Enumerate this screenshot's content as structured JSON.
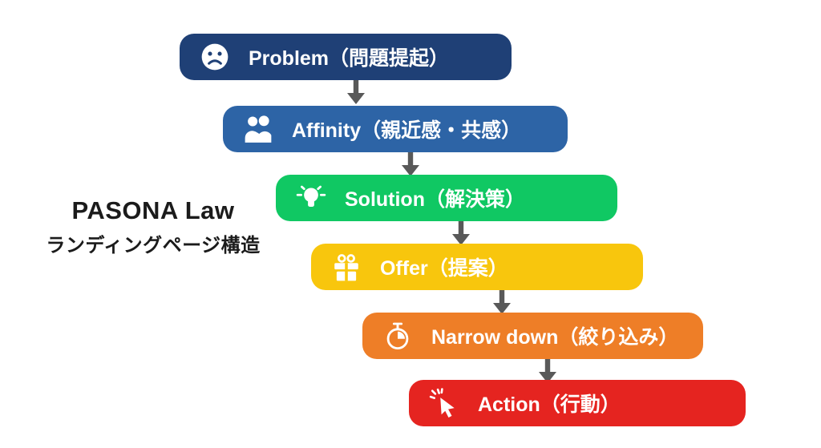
{
  "title": {
    "main": "PASONA Law",
    "subtitle": "ランディングページ構造"
  },
  "diagram": {
    "arrow_color": "#595959",
    "steps": [
      {
        "label": "Problem（問題提起）",
        "icon": "sad-face-icon",
        "color": "#1f4076"
      },
      {
        "label": "Affinity（親近感・共感）",
        "icon": "people-icon",
        "color": "#2d64a6"
      },
      {
        "label": "Solution（解決策）",
        "icon": "lightbulb-icon",
        "color": "#10c863"
      },
      {
        "label": "Offer（提案）",
        "icon": "gift-icon",
        "color": "#f8c60d"
      },
      {
        "label": "Narrow down（絞り込み）",
        "icon": "stopwatch-icon",
        "color": "#ee7e27"
      },
      {
        "label": "Action（行動）",
        "icon": "cursor-click-icon",
        "color": "#e52420"
      }
    ]
  }
}
